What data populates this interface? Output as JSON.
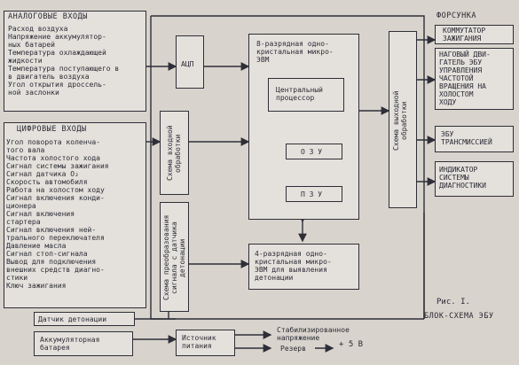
{
  "analog": {
    "title": "АНАЛОГОВЫЕ ВХОДЫ",
    "items": "Расход воздуха\nНапряжение аккумулятор-\nных батарей\nТемпература охлаждающей\nжидкости\nТемпература поступающего в\nв двигатель воздуха\nУгол открытия дроссель-\nной заслонки"
  },
  "digital": {
    "title": "ЦИФРОВЫЕ ВХОДЫ",
    "items": "Угол поворота коленча-\nтого вала\nЧастота холостого хода\nСигнал системы зажигания\nСигнал датчика O₂\nСкорость автомобиля\nРабота на холостом ходу\nСигнал включения конди-\nционера\nСигнал включения\nстартера\nСигнал включения ней-\nтрального переключателя\nДавление масла\nСигнал стоп-сигнала\nВывод для подключения\nвнешних средств диагно-\nстики\nКлюч зажигания"
  },
  "knock_sensor": "Датчик детонации",
  "battery": "Аккумуляторная\nбатарея",
  "adc": "АЦП",
  "input_processing": "Схема входной\nобработки",
  "signal_conversion": "Схема преобразования\nсигнала с датчика\nдетонации",
  "mcu8": {
    "title": "8-разрядная одно-\nкристальная микро-\nЭВМ",
    "cpu": "Центральный\nпроцессор",
    "ram": "О З У",
    "rom": "П З У"
  },
  "mcu4": "4-разрядная одно-\nкристальная микро-\nЭВМ для выявления\nдетонации",
  "output_circuit": "Схема выходной\nобработки",
  "power_supply": "Источник\nпитания",
  "regulated_voltage": "Стабилизированное\nнапряжение",
  "reserve": "Резерв",
  "plus5v": "+ 5 В",
  "outputs": {
    "injector": "ФОРСУНКА",
    "ignition_switch": "КОММУТАТОР\nЗАЖИГАНИЯ",
    "idle_valve": "НАГОВЫЙ ДВИ-\nГАТЕЛЬ ЭБУ\nУПРАВЛЕНИЯ\nЧАСТОТОЙ\nВРАЩЕНИЯ НА\nХОЛОСТОМ\nХОДУ",
    "transmission": "ЭБУ\nТРАНСМИССИЕЙ",
    "diagnostics": "ИНДИКАТОР\nСИСТЕМЫ\nДИАГНОСТИКИ"
  },
  "caption": {
    "fig": "Рис. I.",
    "title": "БЛОК-СХЕМА ЭБУ"
  }
}
